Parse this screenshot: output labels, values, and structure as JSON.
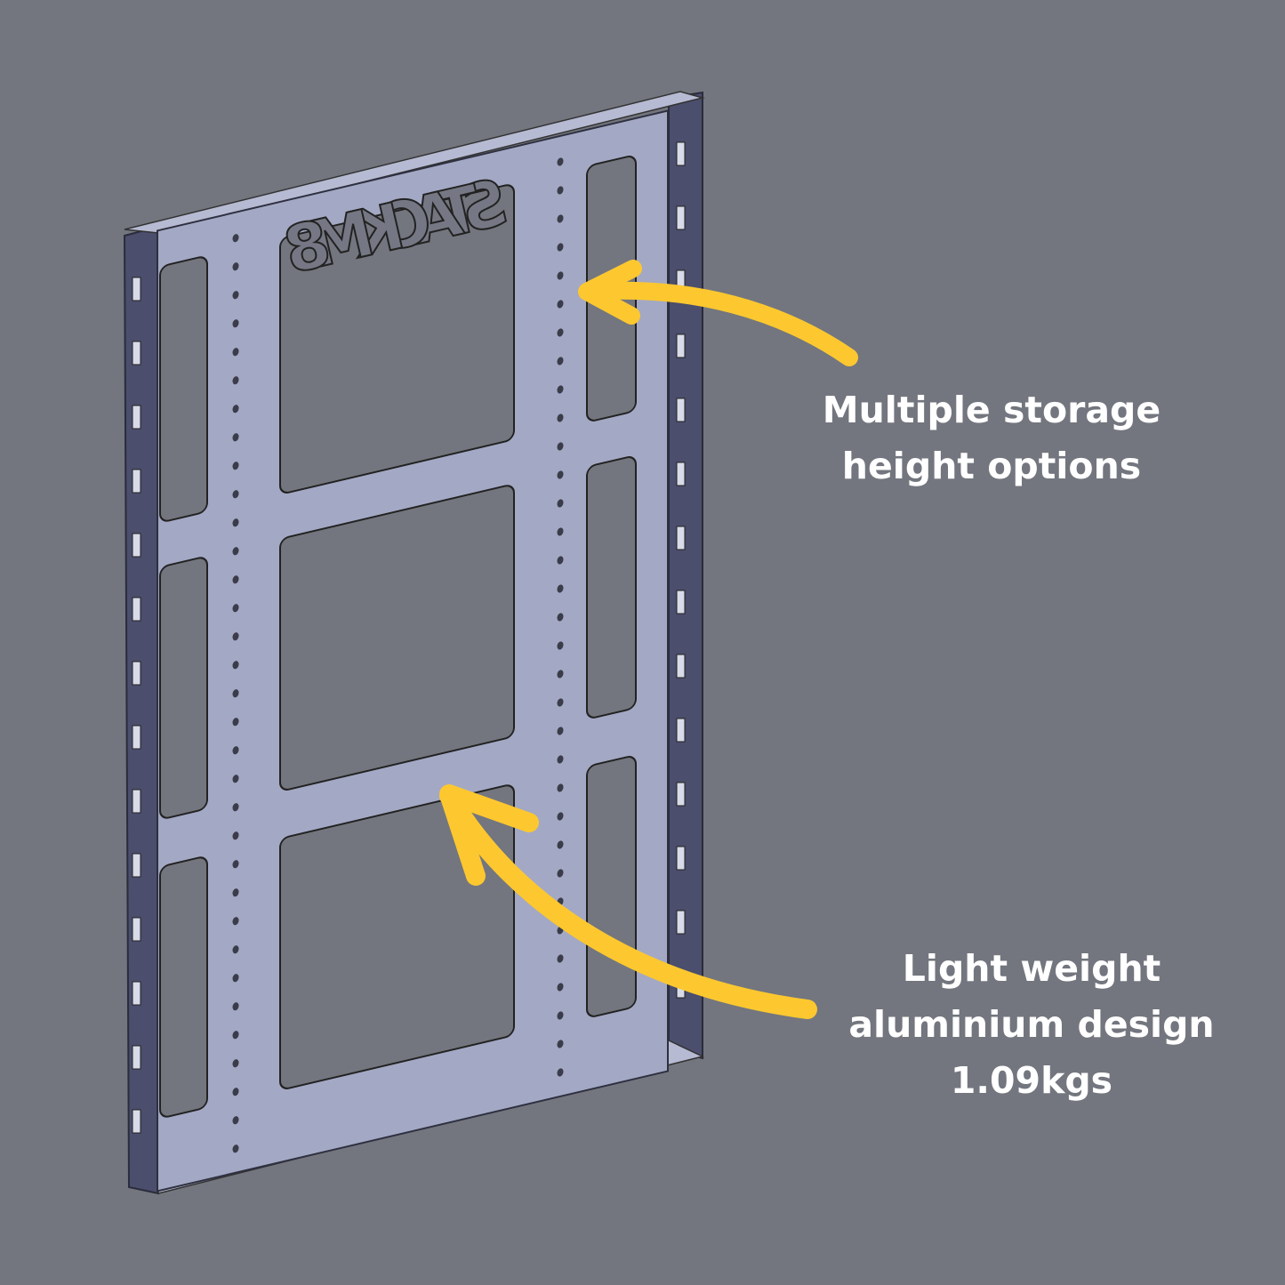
{
  "product": {
    "logo_text": "STACKM8",
    "weight": "1.09kgs"
  },
  "annotations": {
    "storage": {
      "line1": "Multiple storage",
      "line2": "height options"
    },
    "weight": {
      "line1": "Light weight",
      "line2": "aluminium design",
      "line3": "1.09kgs"
    }
  },
  "colors": {
    "background": "#73767e",
    "panel": "#a3a8c4",
    "rail": "#4b4e6c",
    "arrow": "#fdc82f"
  }
}
